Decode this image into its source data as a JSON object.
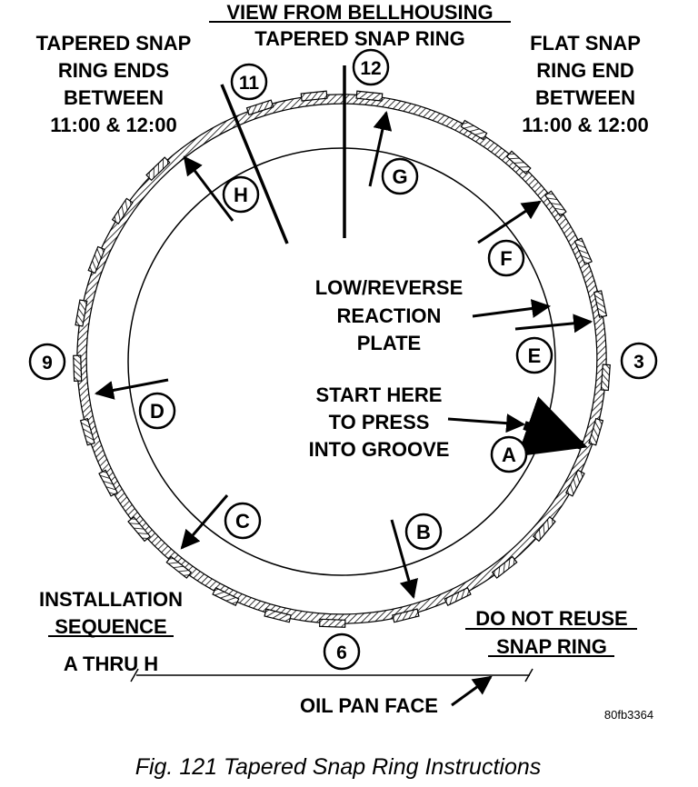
{
  "header": {
    "line1": "VIEW FROM BELLHOUSING",
    "line2": "TAPERED SNAP RING"
  },
  "notes": {
    "tapered_ends": [
      "TAPERED SNAP",
      "RING ENDS",
      "BETWEEN",
      "11:00 & 12:00"
    ],
    "flat_end": [
      "FLAT SNAP",
      "RING END",
      "BETWEEN",
      "11:00 & 12:00"
    ],
    "reaction_plate": [
      "LOW/REVERSE",
      "REACTION",
      "PLATE"
    ],
    "start_here": [
      "START HERE",
      "TO PRESS",
      "INTO GROOVE"
    ],
    "installation_sequence": [
      "INSTALLATION",
      "SEQUENCE"
    ],
    "a_thru_h": "A THRU H",
    "do_not_reuse": [
      "DO NOT REUSE",
      "SNAP RING"
    ],
    "oil_pan_face": "OIL PAN FACE"
  },
  "clock_positions": {
    "p12": "12",
    "p11": "11",
    "p3": "3",
    "p9": "9",
    "p6": "6"
  },
  "sequence_letters": {
    "A": "A",
    "B": "B",
    "C": "C",
    "D": "D",
    "E": "E",
    "F": "F",
    "G": "G",
    "H": "H"
  },
  "figure_code": "80fb3364",
  "caption": "Fig. 121 Tapered Snap Ring Instructions"
}
